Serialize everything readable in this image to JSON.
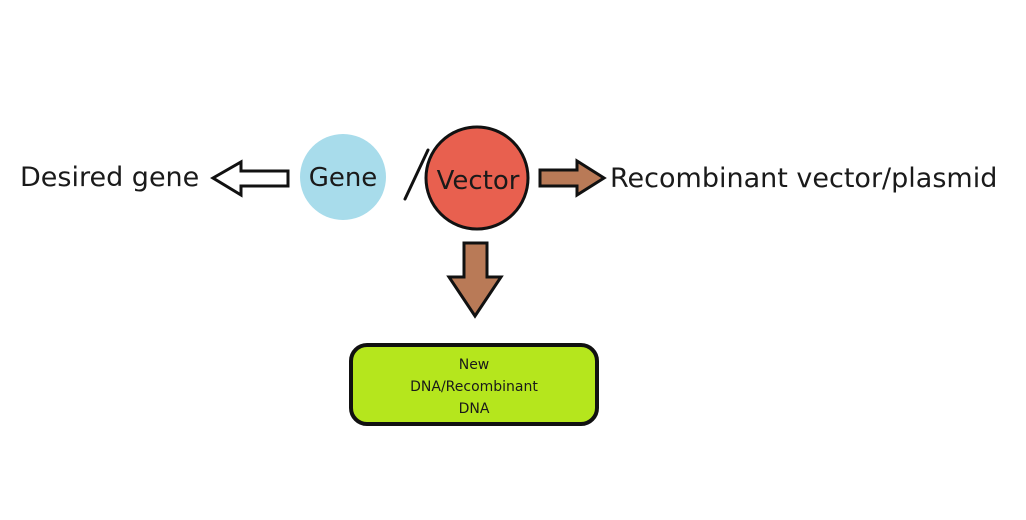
{
  "labels": {
    "desired_gene": "Desired gene",
    "gene": "Gene",
    "vector": "Vector",
    "recombinant_vector": "Recombinant vector/plasmid",
    "result_box": [
      "New",
      "DNA/Recombinant",
      "DNA"
    ]
  },
  "colors": {
    "gene_circle": "#a8dceb",
    "vector_circle": "#e8604f",
    "result_box": "#b5e61d",
    "arrow_fill": "#b97a57",
    "outline": "#111111"
  },
  "icons": {
    "left_arrow": "hollow-left-arrow-icon",
    "right_arrow": "brown-right-arrow-icon",
    "down_arrow": "brown-down-arrow-icon"
  }
}
